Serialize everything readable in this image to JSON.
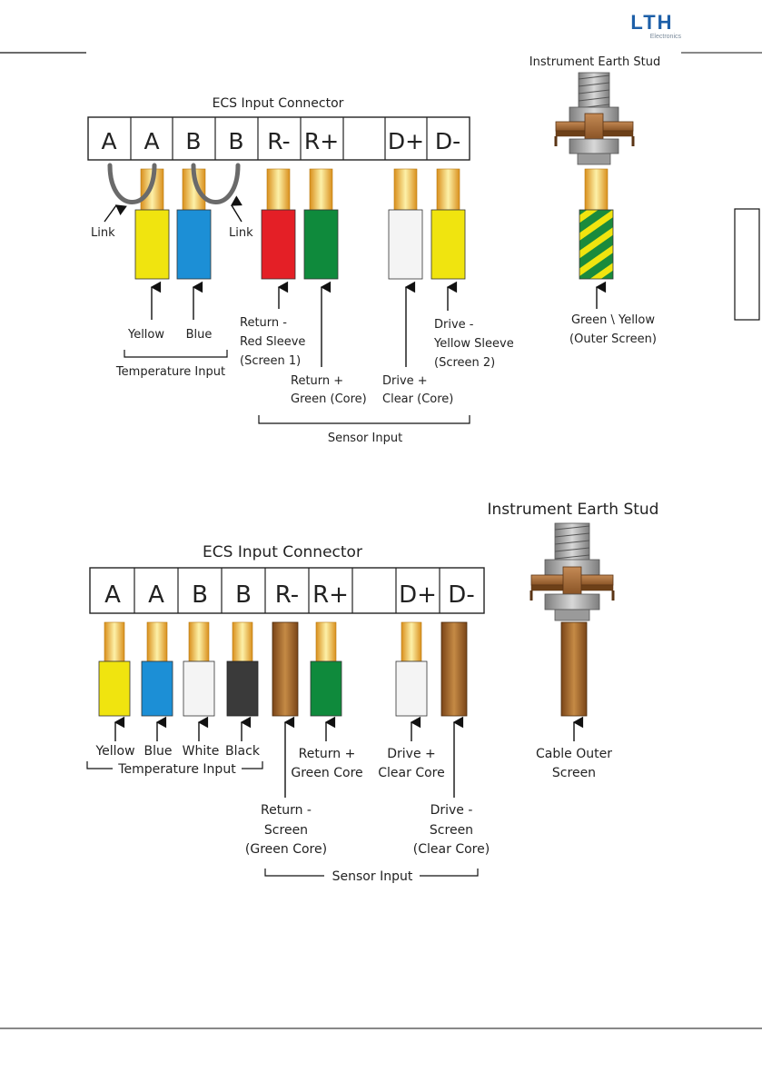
{
  "header": {
    "logo_text": "LTH",
    "logo_subtext": "Electronics"
  },
  "colors": {
    "yellow": "#f0e40f",
    "blue": "#1c8fd6",
    "red": "#e41f26",
    "green": "#0f8a3c",
    "white": "#f4f4f4",
    "black": "#3a3a3a",
    "brown": "#9a6128",
    "gold": "#f2b93b",
    "link": "#666666",
    "logo": "#1d5fa8"
  },
  "diagram1": {
    "title": "ECS Input Connector",
    "stud_title": "Instrument Earth Stud",
    "terminals": [
      "A",
      "A",
      "B",
      "B",
      "R-",
      "R+",
      "",
      "D+",
      "D-"
    ],
    "link_label_left": "Link",
    "link_label_right": "Link",
    "labels": {
      "yellow": "Yellow",
      "blue": "Blue",
      "return_minus": [
        "Return -",
        "Red Sleeve",
        "(Screen 1)"
      ],
      "return_plus": [
        "Return +",
        "Green (Core)"
      ],
      "drive_plus": [
        "Drive +",
        "Clear (Core)"
      ],
      "drive_minus": [
        "Drive -",
        "Yellow Sleeve",
        "(Screen 2)"
      ],
      "earth": [
        "Green \\ Yellow",
        "(Outer Screen)"
      ]
    },
    "group_temperature": "Temperature Input",
    "group_sensor": "Sensor Input"
  },
  "diagram2": {
    "title": "ECS Input Connector",
    "stud_title": "Instrument Earth Stud",
    "terminals": [
      "A",
      "A",
      "B",
      "B",
      "R-",
      "R+",
      "",
      "D+",
      "D-"
    ],
    "labels": {
      "yellow": "Yellow",
      "blue": "Blue",
      "white": "White",
      "black": "Black",
      "return_plus": [
        "Return +",
        "Green Core"
      ],
      "drive_plus": [
        "Drive +",
        "Clear Core"
      ],
      "return_minus": [
        "Return -",
        "Screen",
        "(Green Core)"
      ],
      "drive_minus": [
        "Drive -",
        "Screen",
        "(Clear Core)"
      ],
      "earth": [
        "Cable Outer",
        "Screen"
      ]
    },
    "group_temperature": "Temperature Input",
    "group_sensor": "Sensor Input"
  }
}
